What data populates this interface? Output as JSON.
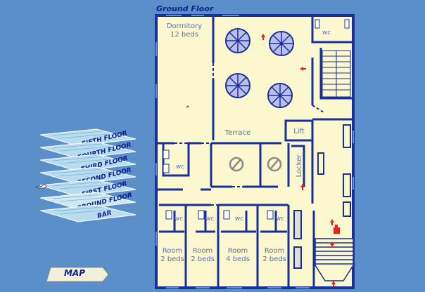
{
  "floor_title": "Ground Floor",
  "rooms": {
    "dormitory_name": "Dormitory",
    "dormitory_beds": "12 beds",
    "terrace": "Terrace",
    "lift": "Lift",
    "locker": "Locker",
    "wc": "wc",
    "room1_name": "Room",
    "room1_beds": "2 beds",
    "room2_name": "Room",
    "room2_beds": "2 beds",
    "room3_name": "Room",
    "room3_beds": "4 beds",
    "room4_name": "Room",
    "room4_beds": "2 beds"
  },
  "floor_stack": [
    {
      "label": "FIFTH FLOOR"
    },
    {
      "label": "FOURTH FLOOR"
    },
    {
      "label": "THIRD FLOOR"
    },
    {
      "label": "SECOND FLOOR"
    },
    {
      "label": "FIRST FLOOR"
    },
    {
      "label": "GROUND FLOOR"
    },
    {
      "label": "BAR"
    }
  ],
  "map_button": "MAP",
  "colors": {
    "background": "#5b8fc9",
    "floor": "#fbf7cf",
    "walls": "#1a2f9a",
    "arrow": "#e0231f",
    "label": "#5570b8"
  },
  "icons": [
    "no-symbol-icon",
    "red-arrow-icon",
    "fire-extinguisher-icon",
    "table-umbrella-icon",
    "pointer-hand-icon"
  ]
}
